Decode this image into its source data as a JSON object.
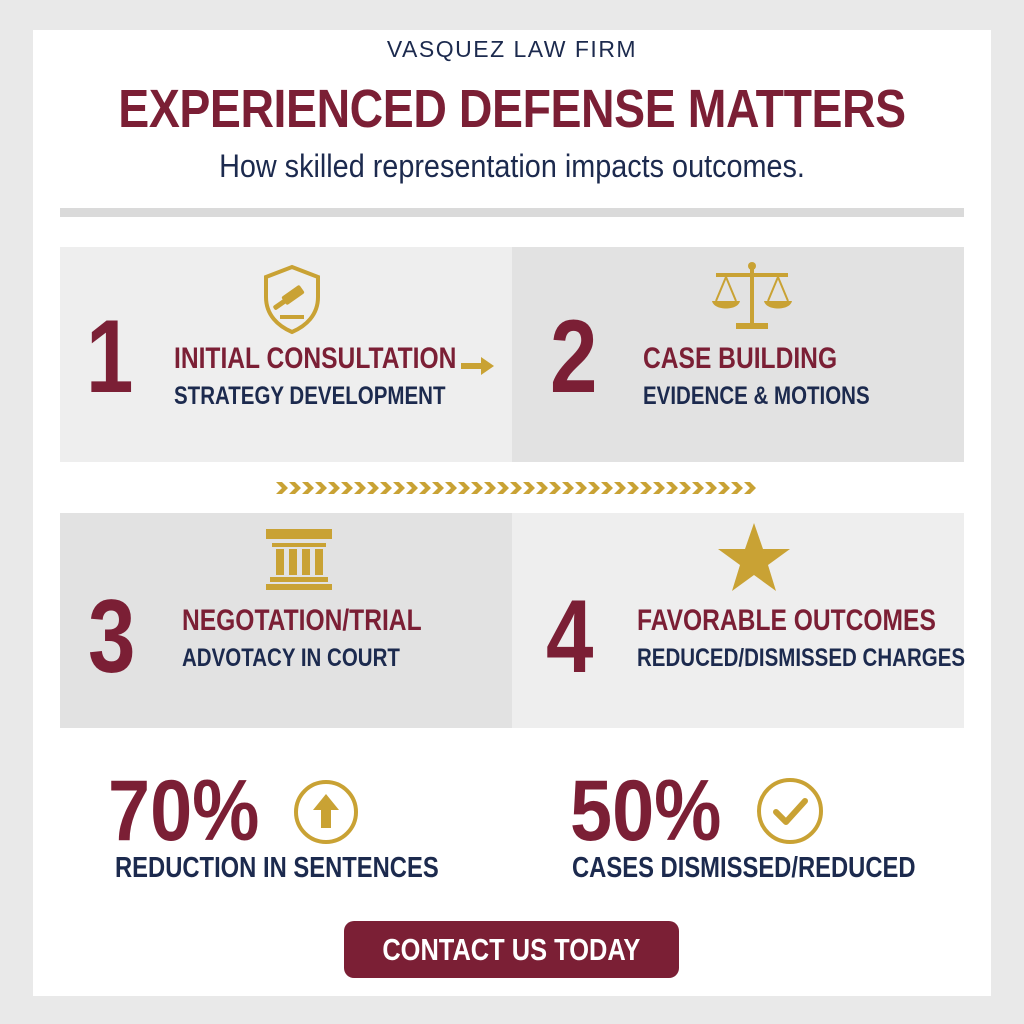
{
  "header": {
    "firm_name": "VASQUEZ LAW FIRM",
    "title": "EXPERIENCED DEFENSE MATTERS",
    "subtitle": "How skilled representation impacts outcomes."
  },
  "steps": [
    {
      "number": "1",
      "title": "INITIAL CONSULTATION",
      "subtitle": "STRATEGY DEVELOPMENT",
      "icon": "shield-gavel-icon"
    },
    {
      "number": "2",
      "title": "CASE BUILDING",
      "subtitle": "EVIDENCE & MOTIONS",
      "icon": "scales-icon"
    },
    {
      "number": "3",
      "title": "NEGOTATION/TRIAL",
      "subtitle": "ADVOTACY IN COURT",
      "icon": "courthouse-icon"
    },
    {
      "number": "4",
      "title": "FAVORABLE OUTCOMES",
      "subtitle": "REDUCED/DISMISSED CHARGES",
      "icon": "star-icon"
    }
  ],
  "stats": [
    {
      "value": "70%",
      "label": "REDUCTION IN SENTENCES",
      "icon": "arrow-up-circle-icon"
    },
    {
      "value": "50%",
      "label": "CASES DISMISSED/REDUCED",
      "icon": "checkmark-circle-icon"
    }
  ],
  "cta": {
    "label": "CONTACT US TODAY"
  },
  "colors": {
    "maroon": "#7b1f35",
    "navy": "#1c2a4e",
    "gold": "#c9a234",
    "panel_light": "#eeeeee",
    "panel_dark": "#e2e2e2"
  }
}
